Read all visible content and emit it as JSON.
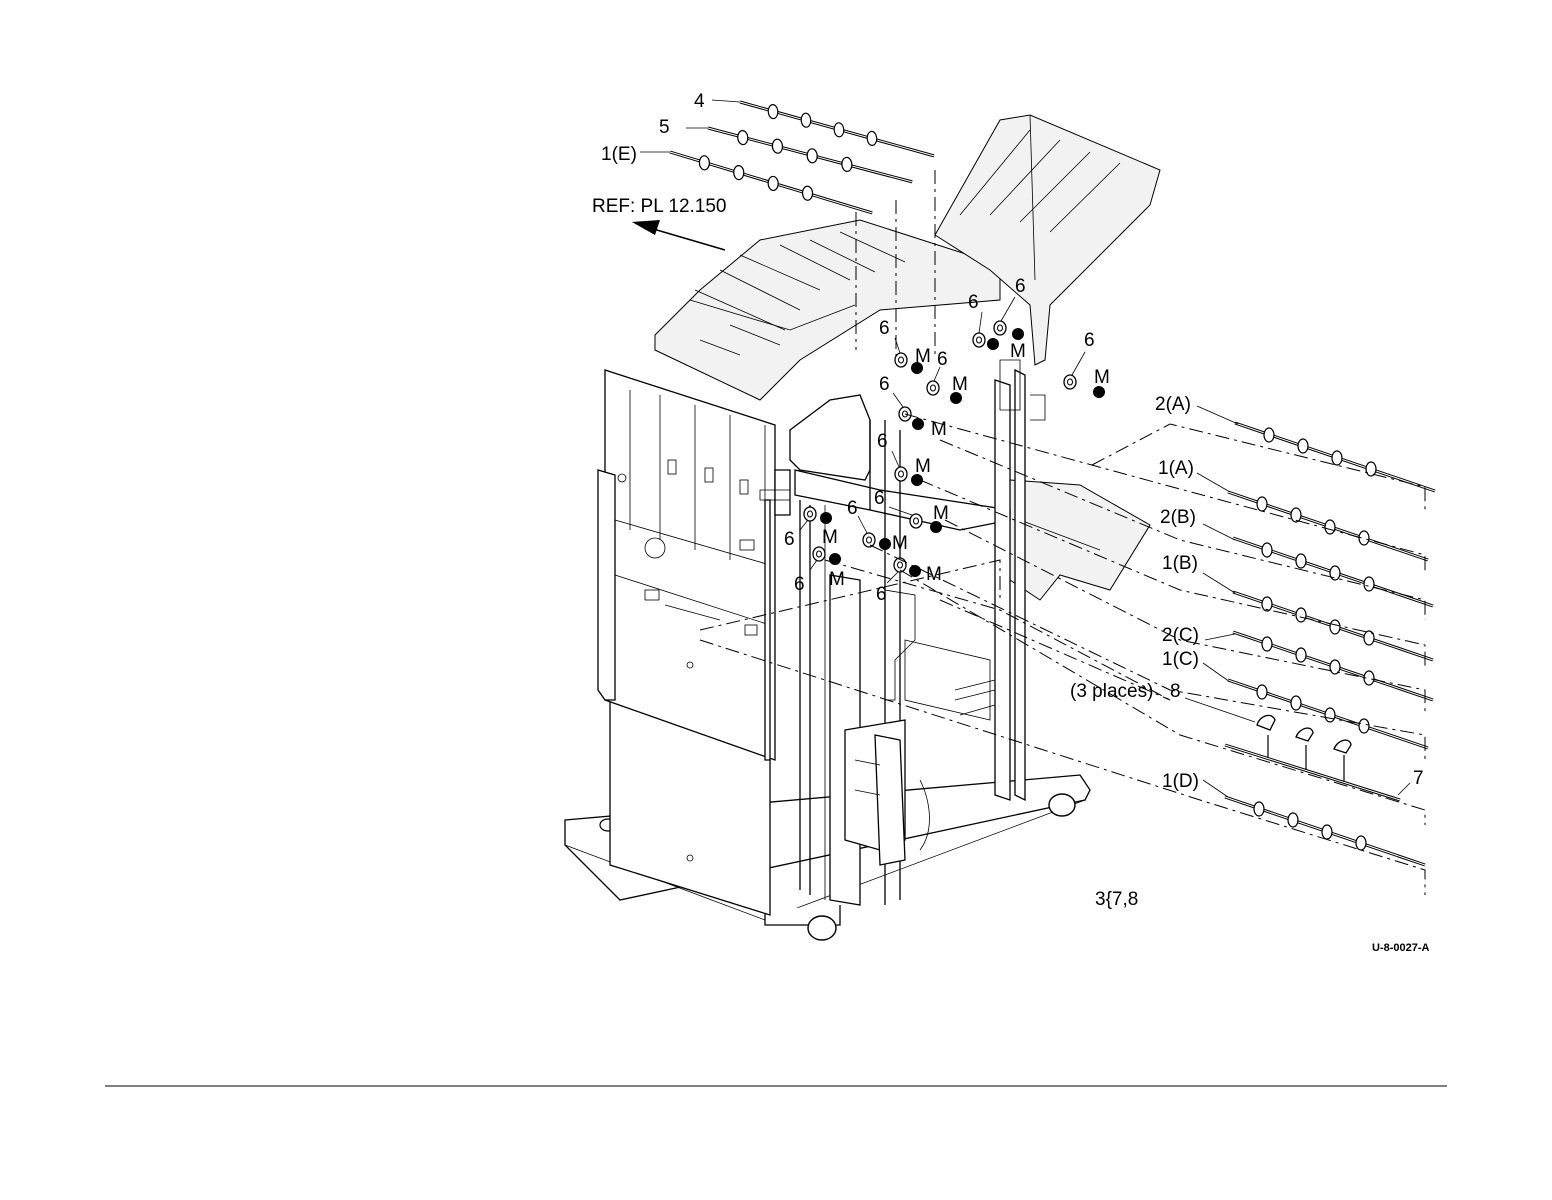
{
  "callouts": {
    "c4": "4",
    "c5": "5",
    "c1e": "1(E)",
    "ref": "REF: PL 12.150",
    "c2a": "2(A)",
    "c1a": "1(A)",
    "c2b": "2(B)",
    "c1b": "1(B)",
    "c2c": "2(C)",
    "c1c": "1(C)",
    "places": "(3 places)",
    "c8": "8",
    "c7": "7",
    "c1d": "1(D)",
    "c3": "3{7,8",
    "six": "6",
    "m": "M"
  },
  "figure_id": "U-8-0027-A"
}
